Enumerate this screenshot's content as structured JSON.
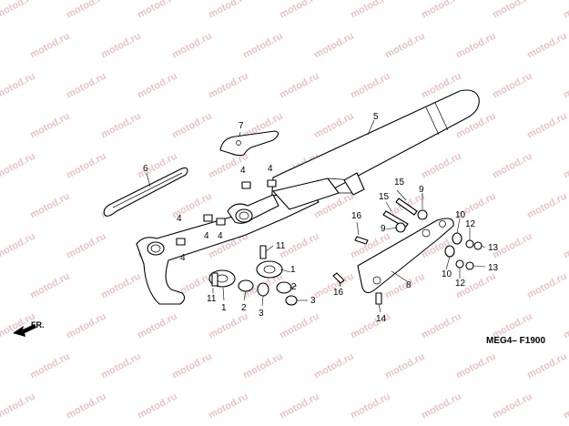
{
  "watermark": "motod.ru",
  "diagram_code": "MEG4– F1900",
  "direction_label": "FR.",
  "callouts": [
    "1",
    "2",
    "3",
    "4",
    "5",
    "6",
    "7",
    "8",
    "9",
    "10",
    "11",
    "12",
    "13",
    "14",
    "15",
    "16"
  ]
}
